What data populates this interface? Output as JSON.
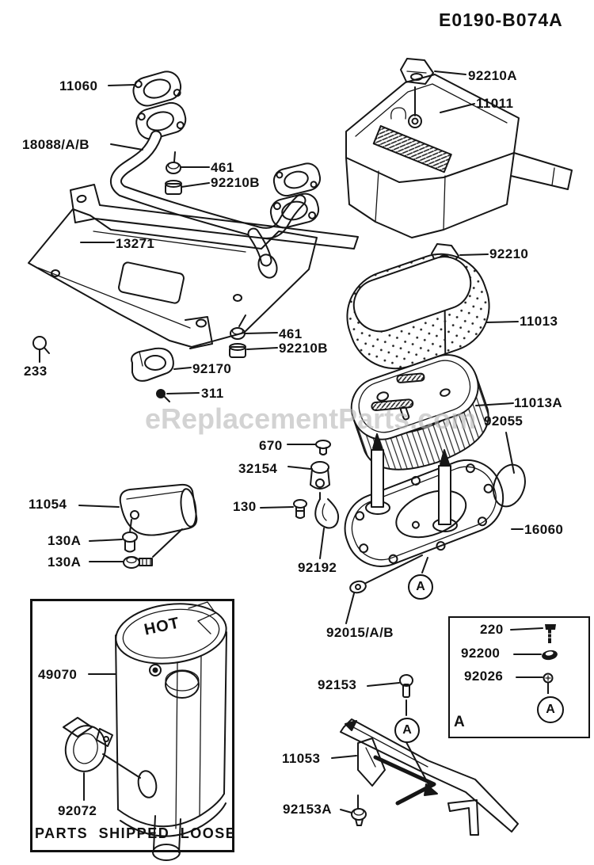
{
  "title": "E0190-B074A",
  "watermark": "eReplacementParts.com",
  "muffler_marking": "HOT",
  "markers": {
    "circle_letter": "A",
    "corner_letter": "A"
  },
  "boxes": {
    "parts_shipped_loose": "PARTS SHIPPED LOOSE"
  },
  "labels": {
    "p11060": "11060",
    "p18088": "18088/A/B",
    "p461_top": "461",
    "p92210B_top": "92210B",
    "p13271": "13271",
    "p233": "233",
    "p461_mid": "461",
    "p92210B_mid": "92210B",
    "p92170": "92170",
    "p311": "311",
    "p92210A": "92210A",
    "p11011": "11011",
    "p92210": "92210",
    "p11013": "11013",
    "p11013A": "11013A",
    "p92055": "92055",
    "p670": "670",
    "p32154": "32154",
    "p130": "130",
    "p11054": "11054",
    "p130A_1": "130A",
    "p130A_2": "130A",
    "p16060": "16060",
    "p92192": "92192",
    "p92015": "92015/A/B",
    "p220": "220",
    "p92200": "92200",
    "p92026": "92026",
    "p49070": "49070",
    "p92153": "92153",
    "p11053": "11053",
    "p92072": "92072",
    "p92153A": "92153A"
  }
}
